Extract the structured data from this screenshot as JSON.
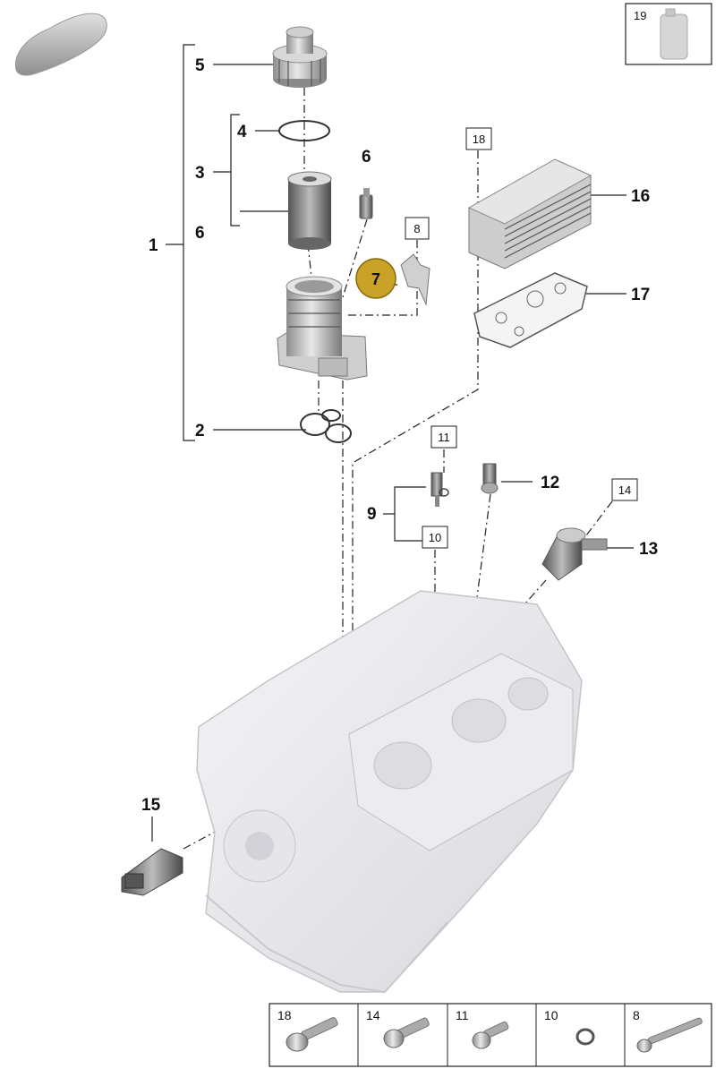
{
  "callouts": {
    "c1": "1",
    "c2": "2",
    "c3": "3",
    "c4": "4",
    "c5": "5",
    "c6a": "6",
    "c6b": "6",
    "c7": "7",
    "c9": "9",
    "c12": "12",
    "c13": "13",
    "c15": "15",
    "c16": "16",
    "c17": "17"
  },
  "boxed": {
    "b8": "8",
    "b10": "10",
    "b11": "11",
    "b14": "14",
    "b18": "18",
    "b19": "19"
  },
  "highlight_color": "#c9a227",
  "legend": [
    {
      "label": "18",
      "icon": "torx-flange-bolt-icon"
    },
    {
      "label": "14",
      "icon": "torx-bolt-icon"
    },
    {
      "label": "11",
      "icon": "torx-short-bolt-icon"
    },
    {
      "label": "10",
      "icon": "sealing-ring-icon"
    },
    {
      "label": "8",
      "icon": "long-bolt-icon"
    }
  ]
}
